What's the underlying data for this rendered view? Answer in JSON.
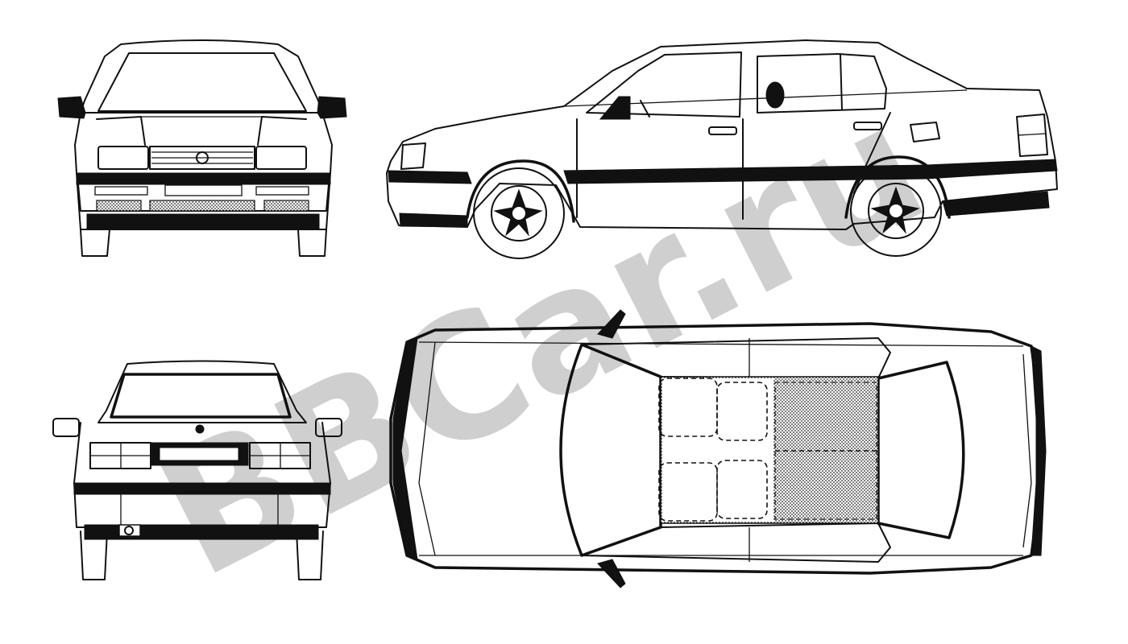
{
  "watermark": {
    "text": "BBCar.ru",
    "color": "#cfcfcf"
  },
  "views": [
    {
      "name": "front-view"
    },
    {
      "name": "side-view"
    },
    {
      "name": "rear-view"
    },
    {
      "name": "top-view"
    }
  ]
}
